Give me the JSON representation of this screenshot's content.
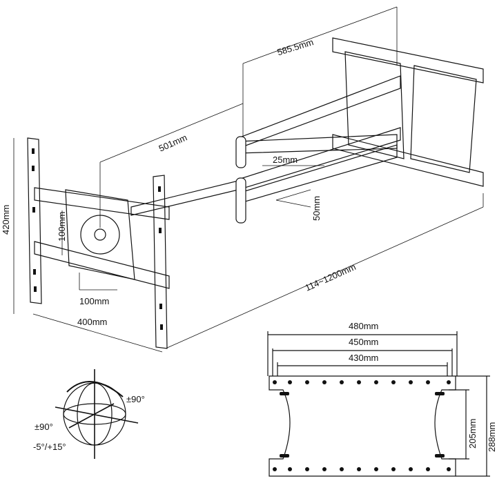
{
  "mount_diagram": {
    "dimensions": {
      "arm_to_wall": "585.5mm",
      "arm_length": "501mm",
      "arm_width": "25mm",
      "arm_height": "50mm",
      "vesa_height": "420mm",
      "vesa_center_vertical": "100mm",
      "vesa_center_horizontal": "100mm",
      "vesa_width": "400mm",
      "extension_range": "114~1200mm"
    }
  },
  "wall_plate": {
    "width_outer": "480mm",
    "width_mid": "450mm",
    "width_inner": "430mm",
    "height_inner": "205mm",
    "height_outer": "288mm"
  },
  "rotation": {
    "swivel": "±90°",
    "rotate": "±90°",
    "tilt": "-5°/+15°"
  }
}
